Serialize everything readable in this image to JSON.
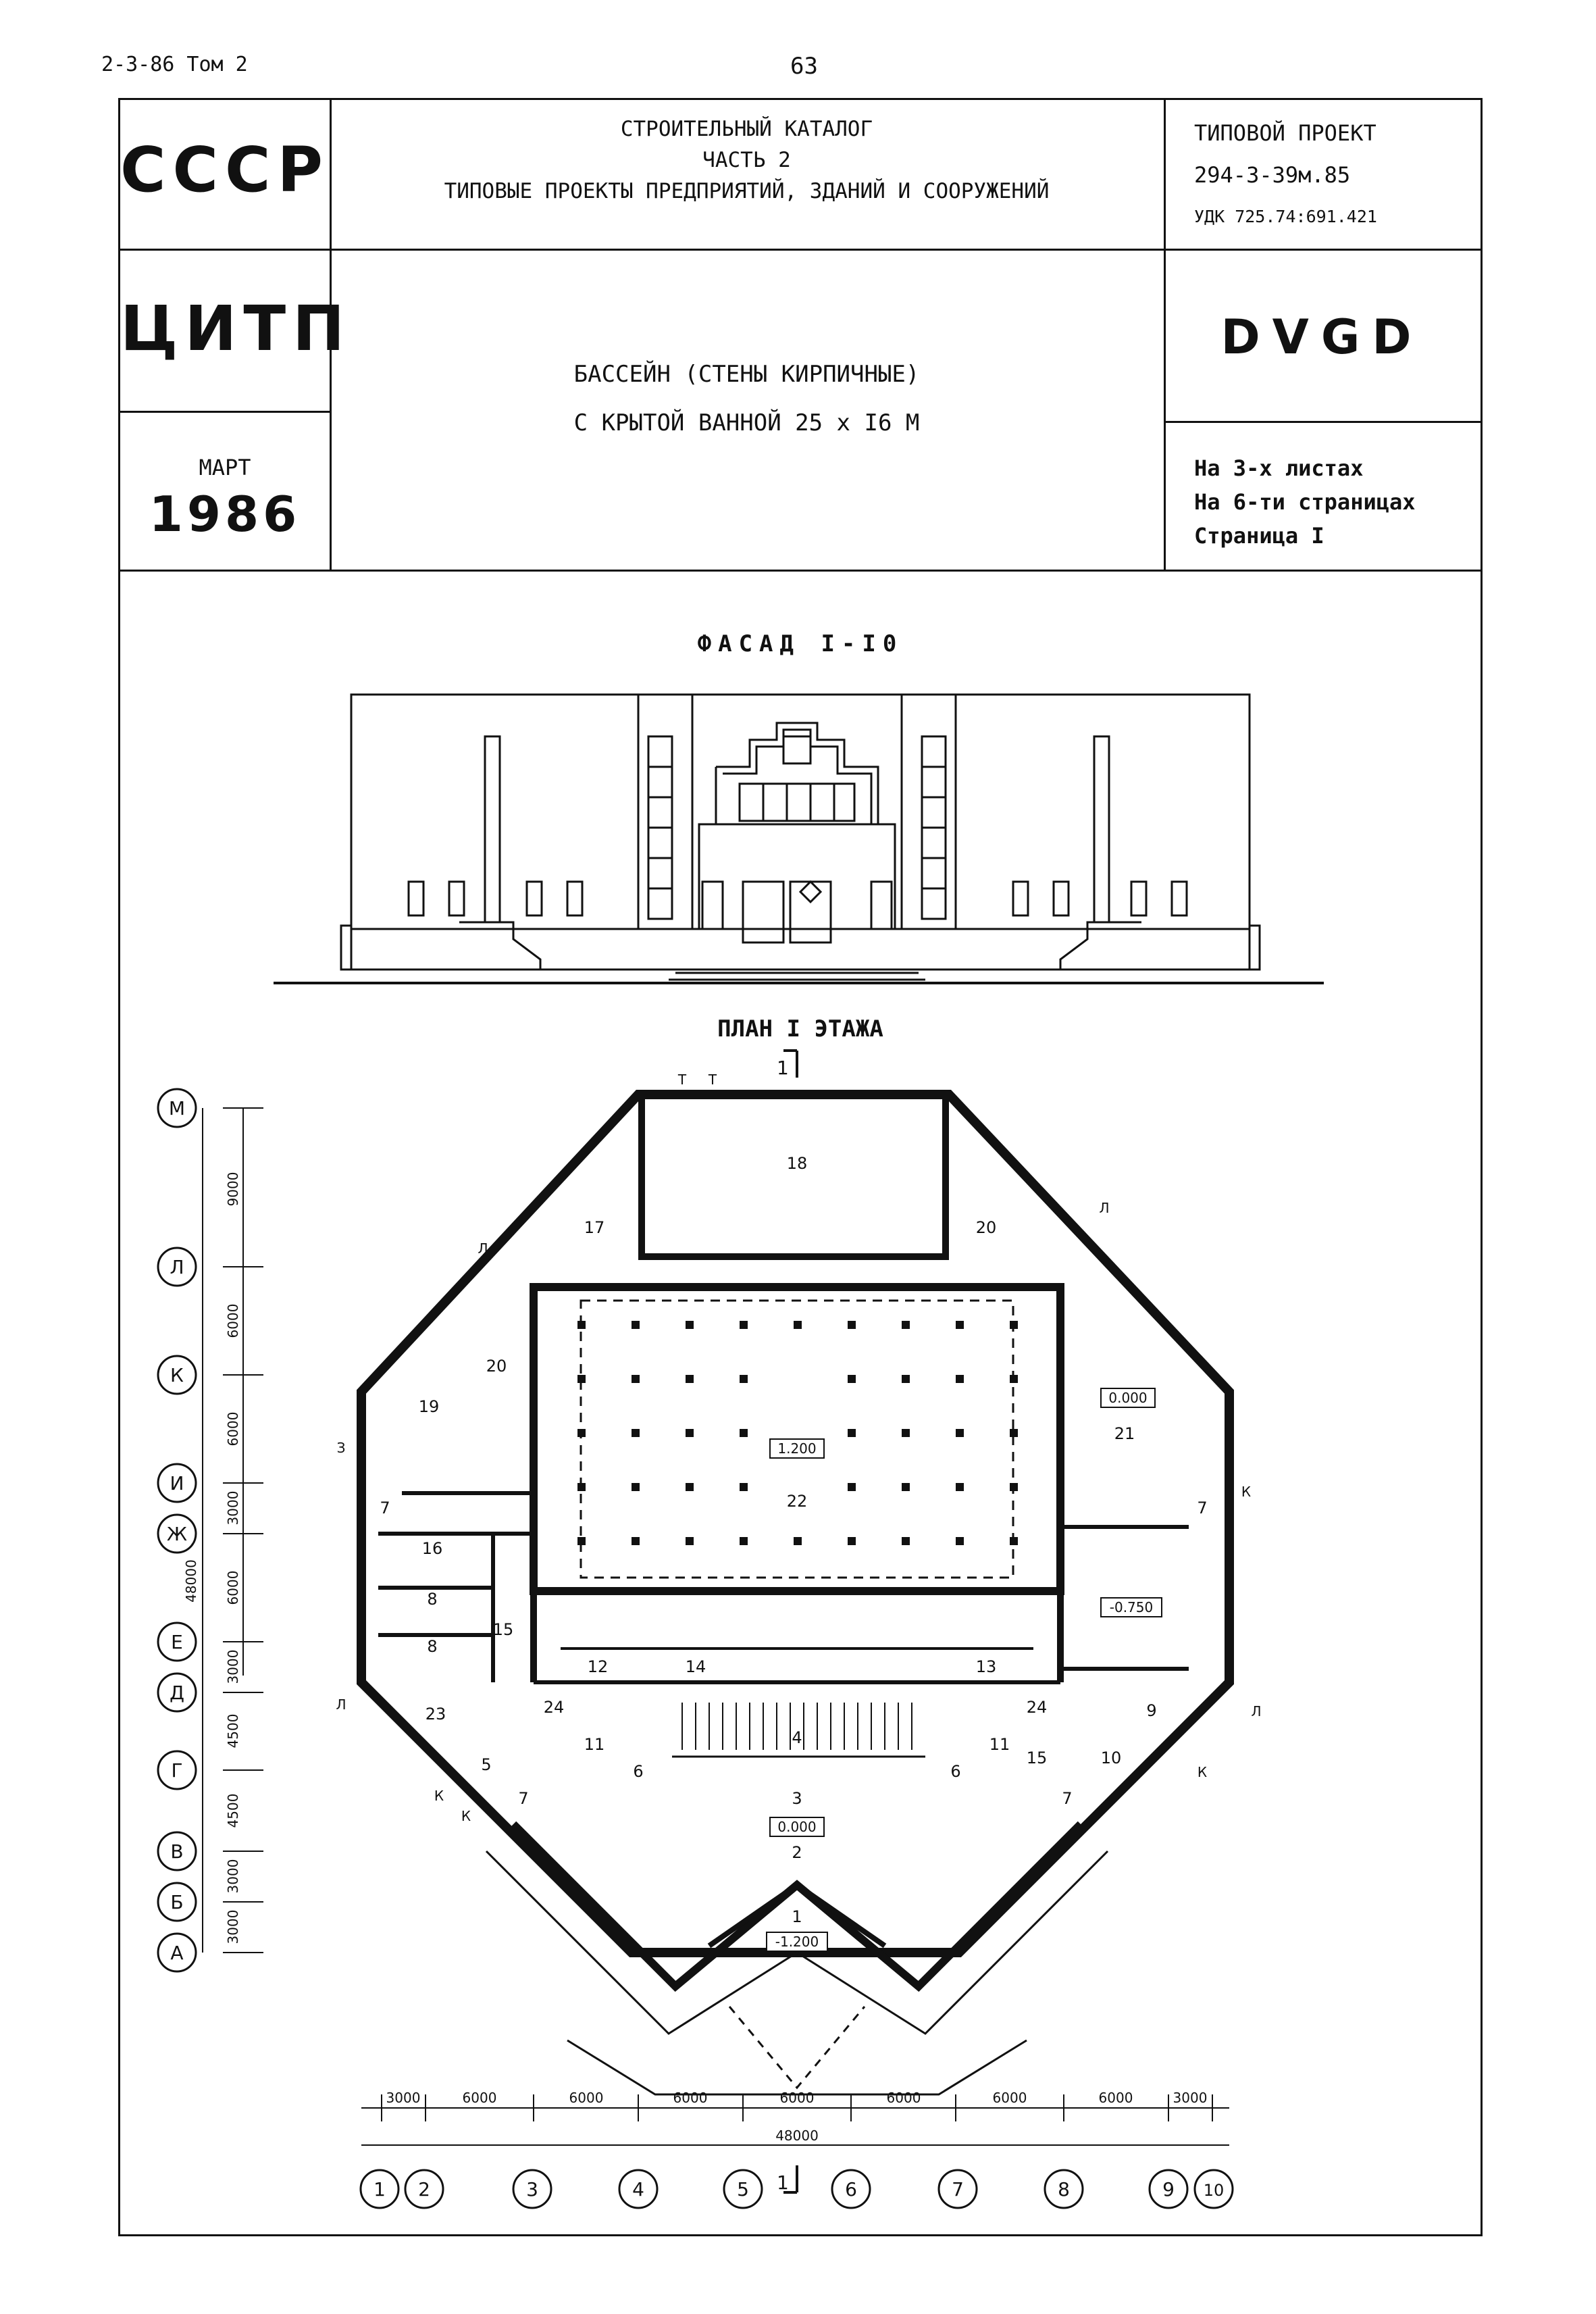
{
  "header": {
    "doc_ref": "2-3-86 Том 2",
    "page_number": "63"
  },
  "stamp": {
    "country": "СССР",
    "org": "ЦИТП",
    "month": "МАРТ",
    "year": "1986",
    "catalog_lines": [
      "СТРОИТЕЛЬНЫЙ КАТАЛОГ",
      "ЧАСТЬ 2",
      "ТИПОВЫЕ ПРОЕКТЫ ПРЕДПРИЯТИЙ, ЗДАНИЙ И СООРУЖЕНИЙ"
    ],
    "project_label": "ТИПОВОЙ ПРОЕКТ",
    "project_number": "294-3-39м.85",
    "udk": "УДК 725.74:691.421",
    "code": "DVGD",
    "title_lines": [
      "БАССЕЙН (СТЕНЫ КИРПИЧНЫЕ)",
      "С КРЫТОЙ ВАННОЙ 25 х I6 М"
    ],
    "sheet_info": [
      "На 3-х листах",
      "На 6-ти страницах",
      "Страница I"
    ]
  },
  "facade": {
    "caption": "ФАСАД I-I0"
  },
  "plan": {
    "caption": "ПЛАН I ЭТАЖА",
    "section_mark": "1",
    "total_dimension": "48000",
    "row_axes": [
      "М",
      "Л",
      "К",
      "И",
      "Ж",
      "Е",
      "Д",
      "Г",
      "В",
      "Б",
      "А"
    ],
    "row_dims": [
      "9000",
      "6000",
      "6000",
      "3000",
      "6000",
      "3000",
      "4500",
      "4500",
      "3000",
      "3000"
    ],
    "col_axes": [
      "1",
      "2",
      "3",
      "4",
      "5",
      "6",
      "7",
      "8",
      "9",
      "10"
    ],
    "col_dims": [
      "3000",
      "6000",
      "6000",
      "6000",
      "6000",
      "6000",
      "6000",
      "6000",
      "3000"
    ],
    "levels": [
      "0.000",
      "1.200",
      "-0.750",
      "0.000",
      "-1.200"
    ],
    "room_numbers": [
      "18",
      "17",
      "20",
      "20",
      "19",
      "21",
      "22",
      "7",
      "7",
      "16",
      "8",
      "8",
      "15",
      "12",
      "14",
      "13",
      "23",
      "24",
      "11",
      "6",
      "4",
      "6",
      "11",
      "24",
      "15",
      "9",
      "10",
      "5",
      "7",
      "3",
      "2",
      "1",
      "7"
    ],
    "entry_marks": [
      "Т",
      "Т",
      "З",
      "К",
      "К",
      "К",
      "К",
      "Л",
      "Л",
      "Л",
      "Л"
    ]
  }
}
